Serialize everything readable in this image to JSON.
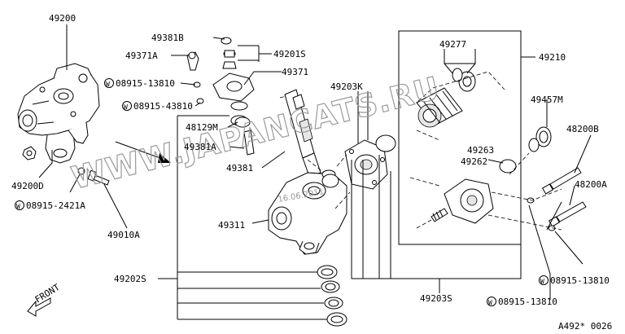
{
  "watermark": "WWW.JAPANCATS.RU",
  "stamp": "16.06.2011",
  "front_label": "FRONT",
  "figure_code": "A492* 0026",
  "labels": {
    "l49200": "49200",
    "l49381B": "49381B",
    "l49201S": "49201S",
    "l49371A": "49371A",
    "l08915_13810_top": "08915-13810",
    "l08915_43810": "08915-43810",
    "l49371": "49371",
    "l49203K": "49203K",
    "l49277": "49277",
    "l49210": "49210",
    "l49457M": "49457M",
    "l48129M": "48129M",
    "l49381A": "49381A",
    "l49381": "49381",
    "l49263": "49263",
    "l49262": "49262",
    "l48200B": "48200B",
    "l48200A": "48200A",
    "l49200D": "49200D",
    "l08915_2421A": "08915-2421A",
    "l49010A": "49010A",
    "l49311": "49311",
    "l49202S": "49202S",
    "l49203S": "49203S",
    "l08915_13810_right": "08915-13810",
    "l08915_13810_bottom": "08915-13810"
  },
  "washer_marker": "W"
}
